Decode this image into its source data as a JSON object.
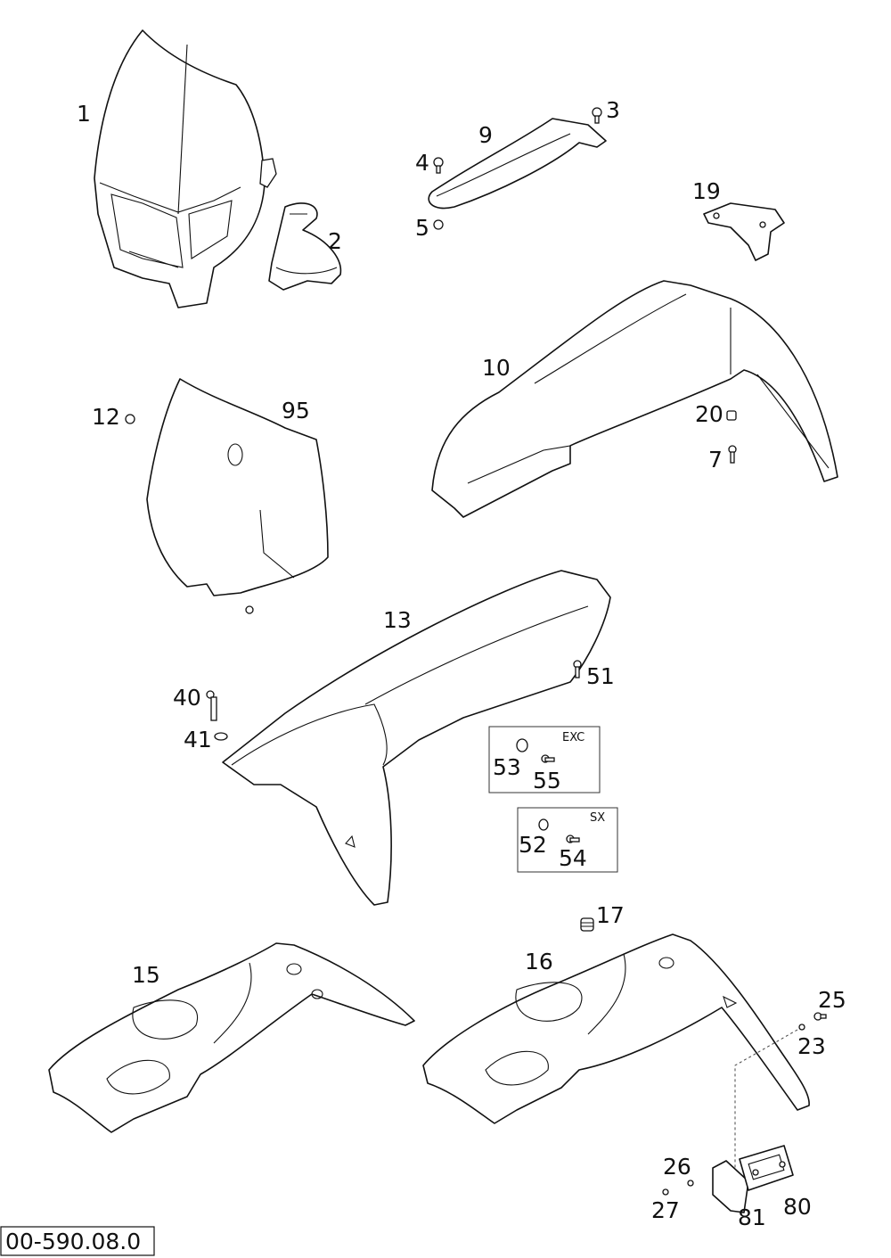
{
  "labels": {
    "l1": "1",
    "l2": "2",
    "l3": "3",
    "l4": "4",
    "l5": "5",
    "l9": "9",
    "l19": "19",
    "l10": "10",
    "l20": "20",
    "l7": "7",
    "l12": "12",
    "l95": "95",
    "l13": "13",
    "l51": "51",
    "l40": "40",
    "l41": "41",
    "l53": "53",
    "l55": "55",
    "l52": "52",
    "l54": "54",
    "l17": "17",
    "l15": "15",
    "l16": "16",
    "l25": "25",
    "l23": "23",
    "l26": "26",
    "l27": "27",
    "l81": "81",
    "l80": "80"
  },
  "variant_boxes": {
    "exc": "EXC",
    "sx": "SX"
  },
  "drawing_number": "00-590.08.0"
}
